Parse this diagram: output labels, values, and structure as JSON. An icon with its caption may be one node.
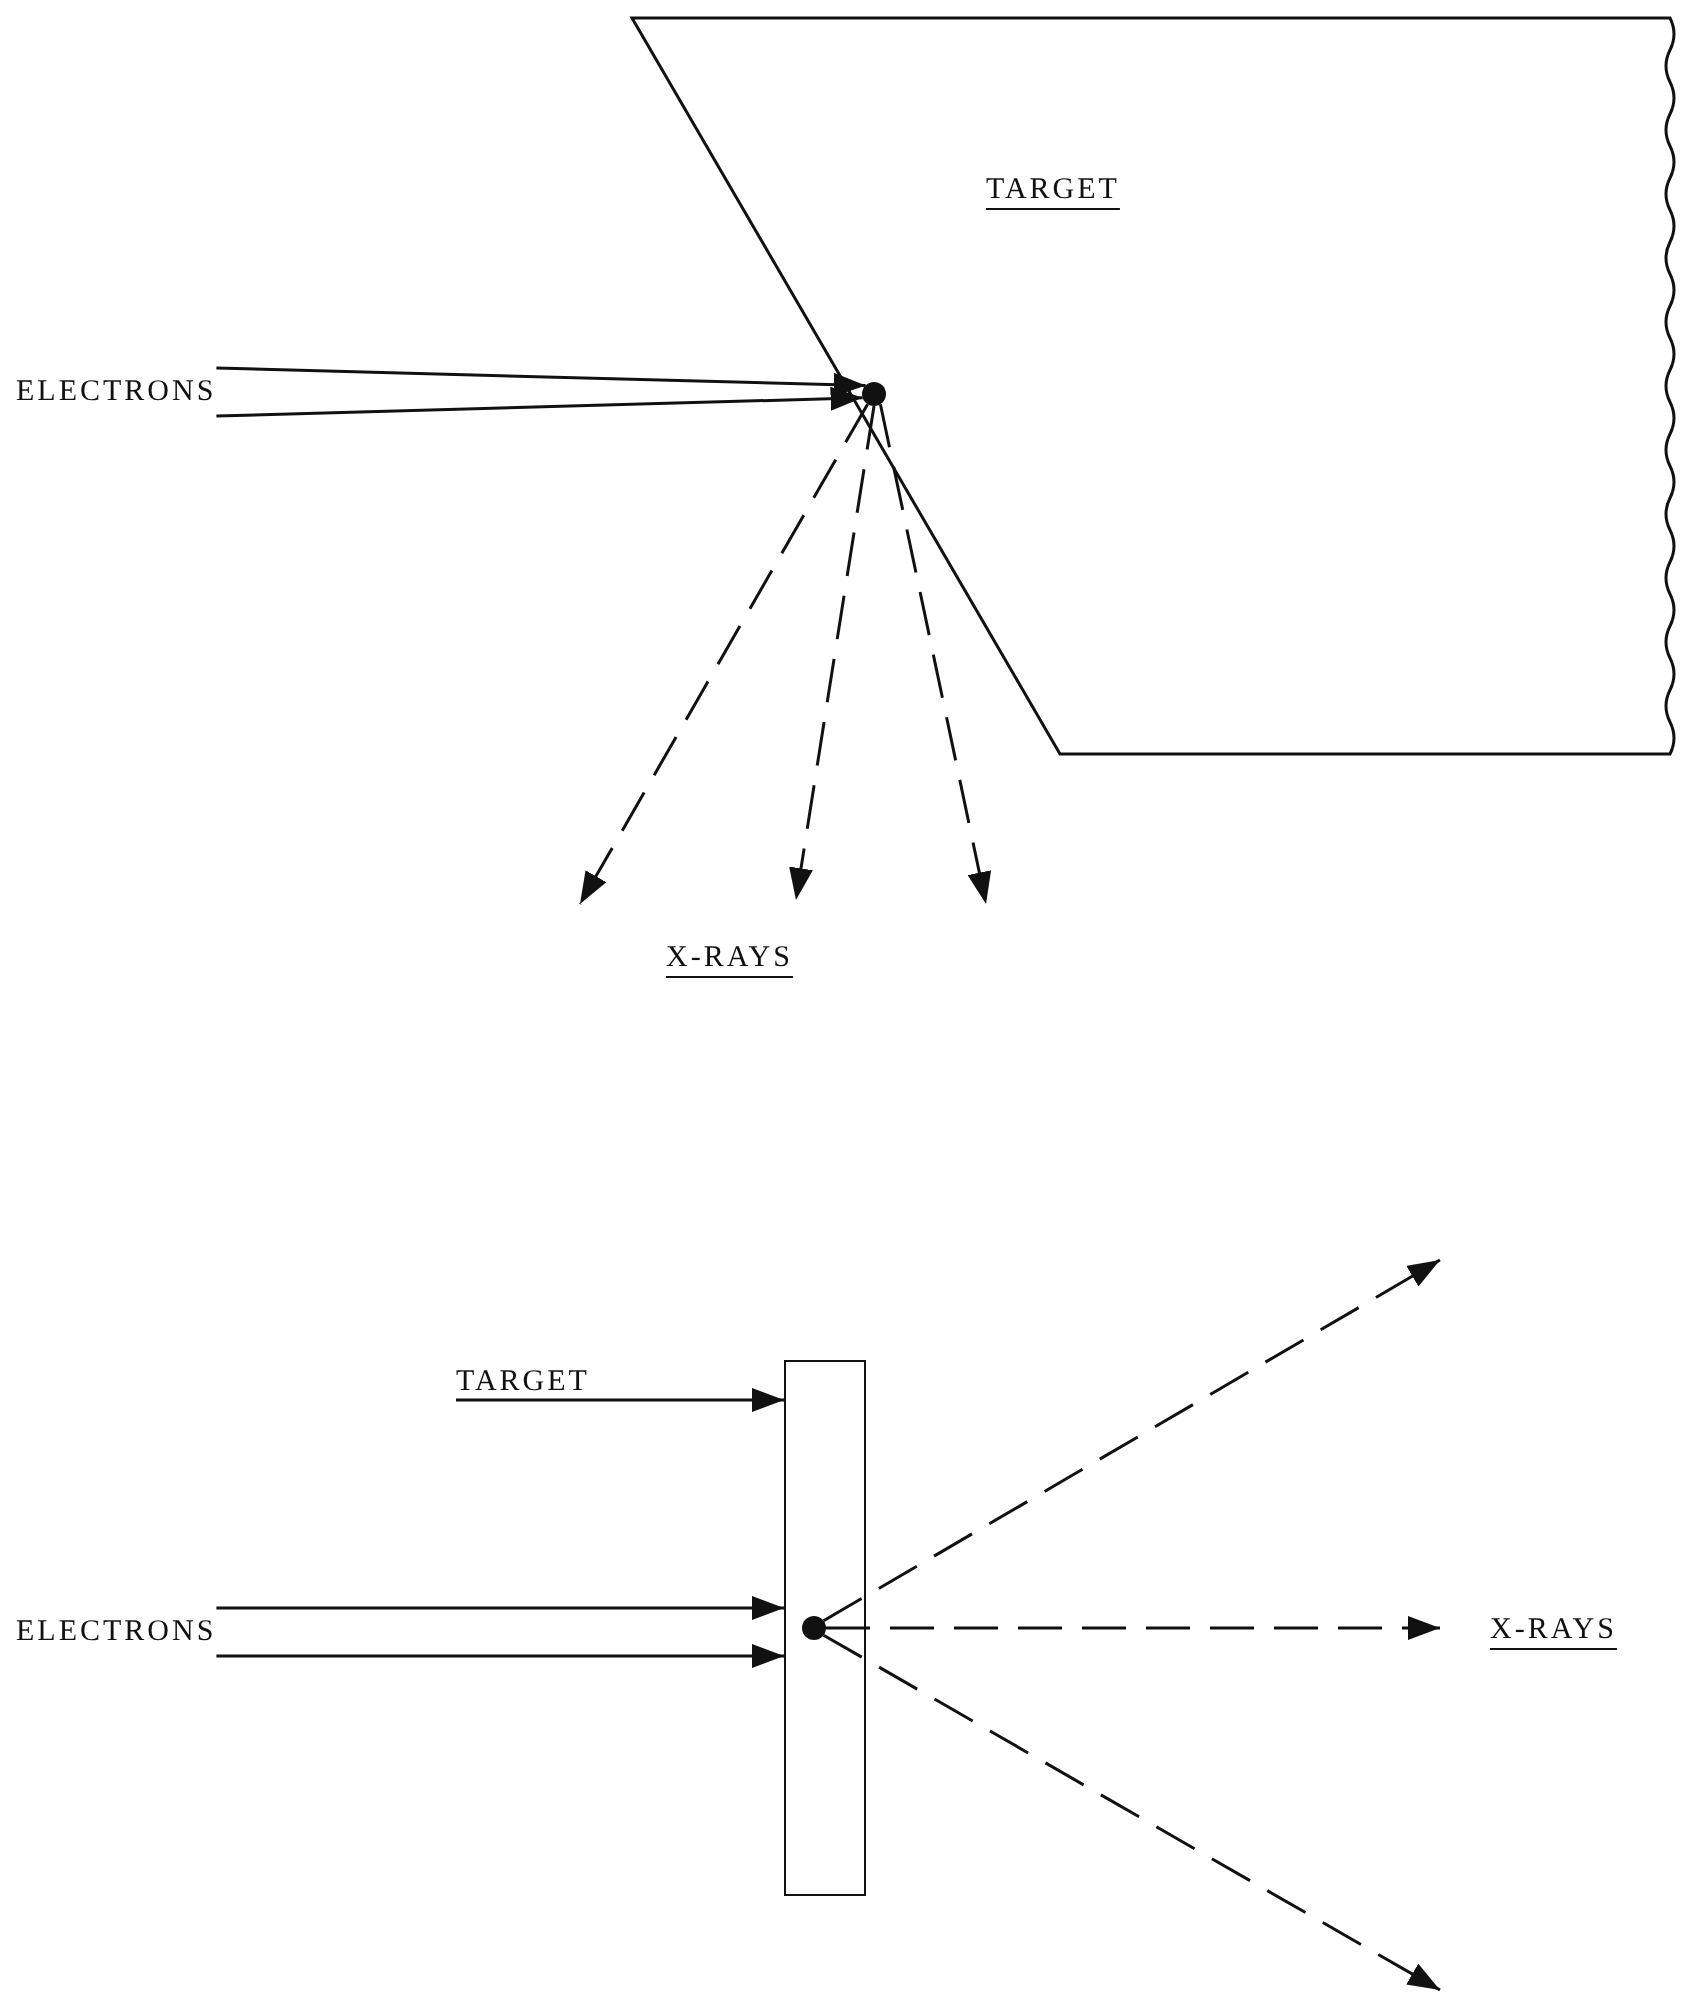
{
  "diagram": {
    "nodes": [
      {
        "text": [
          "TARGET"
        ]
      },
      {
        "text": [
          "ELECTRONS"
        ]
      },
      {
        "text": [],
        "shape": "circle",
        "in": 0
      },
      {
        "text": [
          "TARGET"
        ]
      },
      {
        "text": [],
        "shape": "bar"
      },
      {
        "text": [
          "ELECTRONS"
        ]
      },
      {
        "text": [],
        "shape": "circle",
        "in": 4
      }
    ],
    "edges": [
      {
        "from": 1,
        "to": 2,
        "arrow": "to"
      },
      {
        "from": 1,
        "to": 2,
        "arrow": "to"
      },
      {
        "from": 2,
        "to": null,
        "arrow": "to",
        "style": "dashed"
      },
      {
        "from": 2,
        "to": null,
        "arrow": "to",
        "style": "dashed"
      },
      {
        "from": 2,
        "to": null,
        "arrow": "to",
        "style": "dashed"
      },
      {
        "from": 3,
        "to": 4,
        "arrow": "to"
      },
      {
        "from": 5,
        "to": 4,
        "arrow": "to"
      },
      {
        "from": 5,
        "to": 4,
        "arrow": "to"
      },
      {
        "from": 6,
        "to": null,
        "arrow": "to",
        "style": "dashed"
      },
      {
        "from": 6,
        "to": null,
        "arrow": "to",
        "style": "dashed"
      },
      {
        "from": 6,
        "to": null,
        "arrow": "to",
        "style": "dashed"
      }
    ],
    "labels": [
      "X-RAYS",
      "X-RAYS"
    ]
  }
}
